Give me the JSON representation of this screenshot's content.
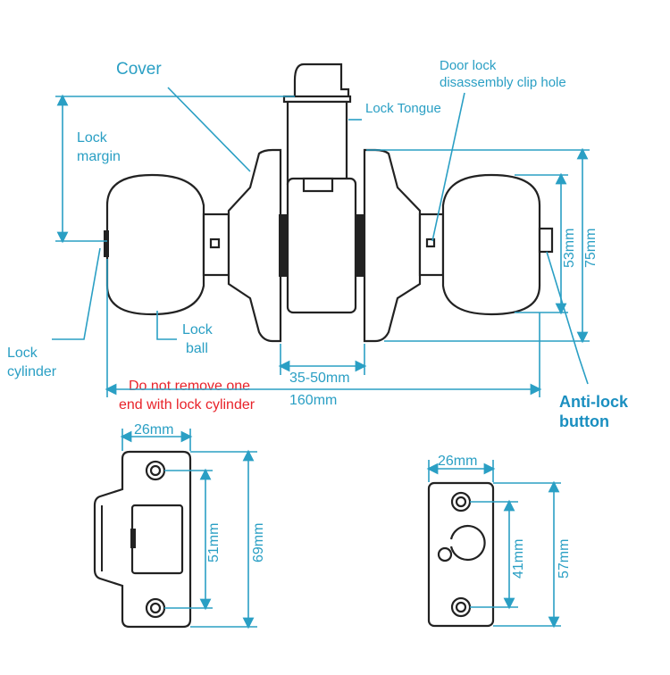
{
  "labels": {
    "cover": "Cover",
    "lock_margin_1": "Lock",
    "lock_margin_2": "margin",
    "lock_cylinder_1": "Lock",
    "lock_cylinder_2": "cylinder",
    "lock_ball_1": "Lock",
    "lock_ball_2": "ball",
    "lock_tongue": "Lock Tongue",
    "clip_hole_1": "Door lock",
    "clip_hole_2": "disassembly clip hole",
    "anti_lock_1": "Anti-lock",
    "anti_lock_2": "button",
    "warning_1": "Do not remove one",
    "warning_2": "end with lock cylinder"
  },
  "dimensions": {
    "backset": "35-50mm",
    "total_length": "160mm",
    "knob_height": "53mm",
    "rose_height": "75mm",
    "strike_width": "26mm",
    "strike_hole_spacing": "51mm",
    "strike_height": "69mm",
    "faceplate_width": "26mm",
    "faceplate_hole_spacing": "41mm",
    "faceplate_height": "57mm"
  },
  "colors": {
    "accent": "#2a9fc4",
    "warning": "#e8232a",
    "line": "#222222"
  }
}
